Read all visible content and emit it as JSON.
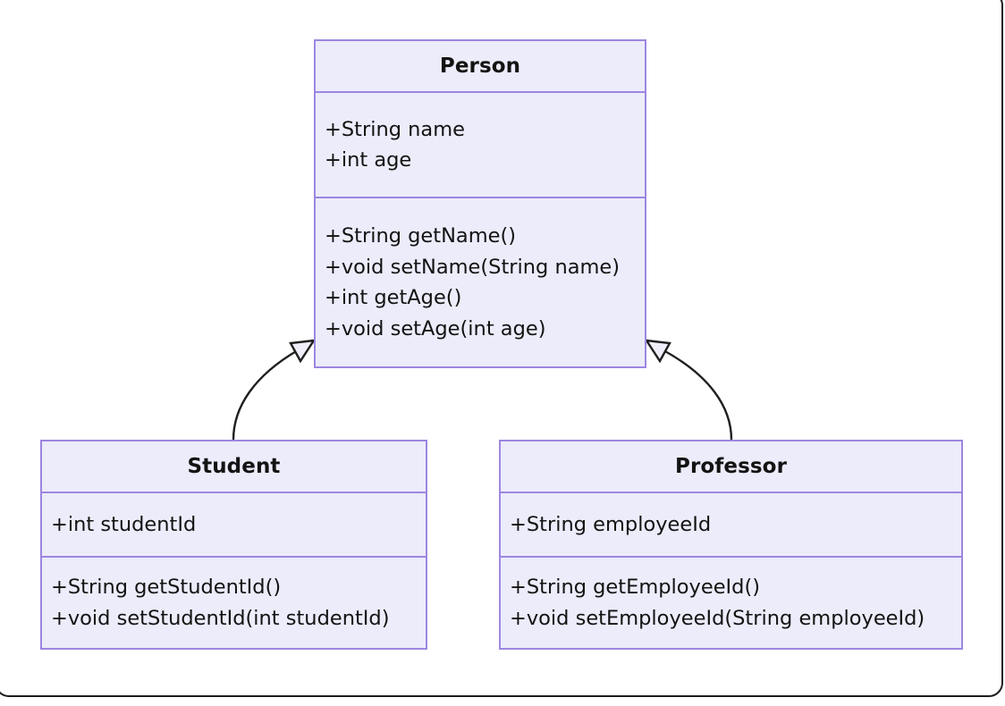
{
  "diagram": {
    "type": "uml-class-diagram",
    "background_color": "#ffffff",
    "class_fill_color": "#ececfb",
    "class_border_color": "#9d86e0",
    "connector_color": "#1f1f1f",
    "arrowhead_fill": "#f1eefc",
    "classes": [
      {
        "id": "person",
        "name": "Person",
        "attributes": [
          "+String name",
          "+int age"
        ],
        "operations": [
          "+String getName()",
          "+void setName(String name)",
          "+int getAge()",
          "+void setAge(int age)"
        ]
      },
      {
        "id": "student",
        "name": "Student",
        "attributes": [
          "+int studentId"
        ],
        "operations": [
          "+String getStudentId()",
          "+void setStudentId(int studentId)"
        ]
      },
      {
        "id": "professor",
        "name": "Professor",
        "attributes": [
          "+String employeeId"
        ],
        "operations": [
          "+String getEmployeeId()",
          "+void setEmployeeId(String employeeId)"
        ]
      }
    ],
    "relationships": [
      {
        "id": "student-extends-person",
        "type": "generalization",
        "from": "Student",
        "to": "Person",
        "arrow": "hollow-triangle"
      },
      {
        "id": "professor-extends-person",
        "type": "generalization",
        "from": "Professor",
        "to": "Person",
        "arrow": "hollow-triangle"
      }
    ]
  }
}
